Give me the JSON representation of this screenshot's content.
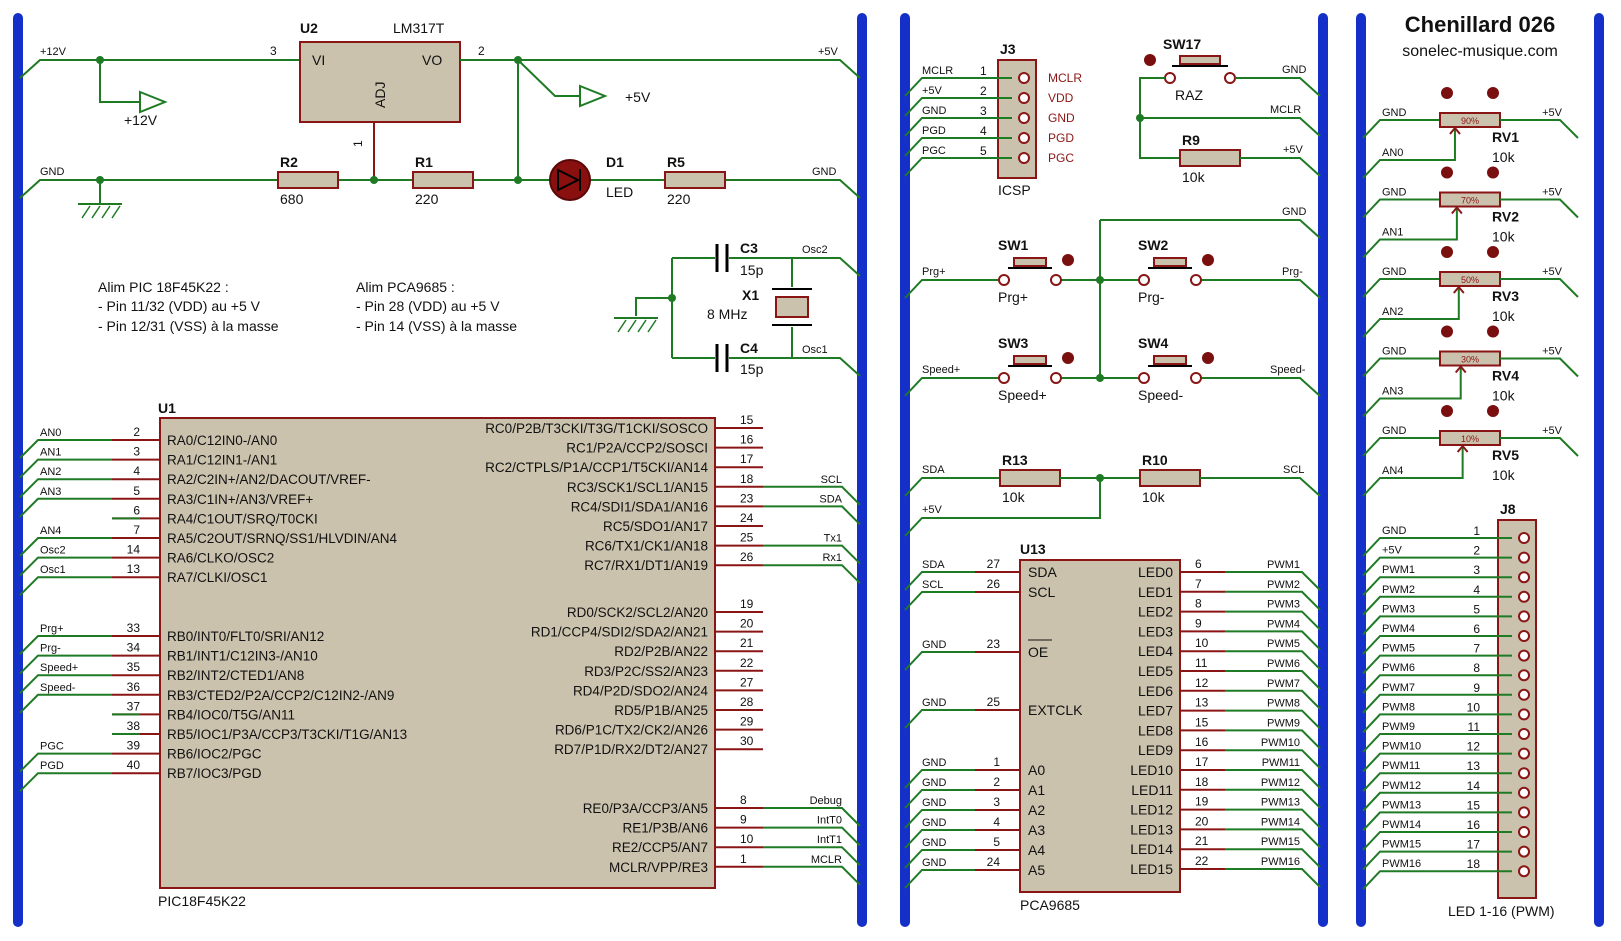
{
  "title": "Chenillard 026",
  "website": "sonelec-musique.com",
  "notes": {
    "pic": [
      "Alim PIC 18F45K22 :",
      "- Pin 11/32 (VDD) au +5 V",
      "- Pin 12/31 (VSS) à la masse"
    ],
    "pca": [
      "Alim PCA9685 :",
      "- Pin 28 (VDD) au +5 V",
      "- Pin 14 (VSS) à la masse"
    ]
  },
  "power": {
    "u2_ref": "U2",
    "u2_part": "LM317T",
    "u2_vi": "VI",
    "u2_vo": "VO",
    "u2_adj": "ADJ",
    "pin3": "3",
    "pin2": "2",
    "pin1": "1",
    "net_12v": "+12V",
    "net_5v": "+5V",
    "net_gnd": "GND",
    "r2_ref": "R2",
    "r2_val": "680",
    "r1_ref": "R1",
    "r1_val": "220",
    "d1_ref": "D1",
    "d1_val": "LED",
    "r5_ref": "R5",
    "r5_val": "220"
  },
  "osc": {
    "c3_ref": "C3",
    "c3_val": "15p",
    "c4_ref": "C4",
    "c4_val": "15p",
    "x1_ref": "X1",
    "x1_val": "8 MHz",
    "net_osc2": "Osc2",
    "net_osc1": "Osc1"
  },
  "u1": {
    "ref": "U1",
    "part": "PIC18F45K22",
    "left_pins": [
      {
        "num": "2",
        "name": "RA0/C12IN0-/AN0",
        "net": "AN0"
      },
      {
        "num": "3",
        "name": "RA1/C12IN1-/AN1",
        "net": "AN1"
      },
      {
        "num": "4",
        "name": "RA2/C2IN+/AN2/DACOUT/VREF-",
        "net": "AN2"
      },
      {
        "num": "5",
        "name": "RA3/C1IN+/AN3/VREF+",
        "net": "AN3"
      },
      {
        "num": "6",
        "name": "RA4/C1OUT/SRQ/T0CKI",
        "net": ""
      },
      {
        "num": "7",
        "name": "RA5/C2OUT/SRNQ/SS1/HLVDIN/AN4",
        "net": "AN4"
      },
      {
        "num": "14",
        "name": "RA6/CLKO/OSC2",
        "net": "Osc2"
      },
      {
        "num": "13",
        "name": "RA7/CLKI/OSC1",
        "net": "Osc1"
      },
      {
        "num": "33",
        "name": "RB0/INT0/FLT0/SRI/AN12",
        "net": "Prg+"
      },
      {
        "num": "34",
        "name": "RB1/INT1/C12IN3-/AN10",
        "net": "Prg-"
      },
      {
        "num": "35",
        "name": "RB2/INT2/CTED1/AN8",
        "net": "Speed+"
      },
      {
        "num": "36",
        "name": "RB3/CTED2/P2A/CCP2/C12IN2-/AN9",
        "net": "Speed-"
      },
      {
        "num": "37",
        "name": "RB4/IOC0/T5G/AN11",
        "net": ""
      },
      {
        "num": "38",
        "name": "RB5/IOC1/P3A/CCP3/T3CKI/T1G/AN13",
        "net": ""
      },
      {
        "num": "39",
        "name": "RB6/IOC2/PGC",
        "net": "PGC"
      },
      {
        "num": "40",
        "name": "RB7/IOC3/PGD",
        "net": "PGD"
      }
    ],
    "right_pins": [
      {
        "num": "15",
        "name": "RC0/P2B/T3CKI/T3G/T1CKI/SOSCO",
        "net": ""
      },
      {
        "num": "16",
        "name": "RC1/P2A/CCP2/SOSCI",
        "net": ""
      },
      {
        "num": "17",
        "name": "RC2/CTPLS/P1A/CCP1/T5CKI/AN14",
        "net": ""
      },
      {
        "num": "18",
        "name": "RC3/SCK1/SCL1/AN15",
        "net": "SCL"
      },
      {
        "num": "23",
        "name": "RC4/SDI1/SDA1/AN16",
        "net": "SDA"
      },
      {
        "num": "24",
        "name": "RC5/SDO1/AN17",
        "net": ""
      },
      {
        "num": "25",
        "name": "RC6/TX1/CK1/AN18",
        "net": "Tx1"
      },
      {
        "num": "26",
        "name": "RC7/RX1/DT1/AN19",
        "net": "Rx1"
      },
      {
        "num": "19",
        "name": "RD0/SCK2/SCL2/AN20",
        "net": ""
      },
      {
        "num": "20",
        "name": "RD1/CCP4/SDI2/SDA2/AN21",
        "net": ""
      },
      {
        "num": "21",
        "name": "RD2/P2B/AN22",
        "net": ""
      },
      {
        "num": "22",
        "name": "RD3/P2C/SS2/AN23",
        "net": ""
      },
      {
        "num": "27",
        "name": "RD4/P2D/SDO2/AN24",
        "net": ""
      },
      {
        "num": "28",
        "name": "RD5/P1B/AN25",
        "net": ""
      },
      {
        "num": "29",
        "name": "RD6/P1C/TX2/CK2/AN26",
        "net": ""
      },
      {
        "num": "30",
        "name": "RD7/P1D/RX2/DT2/AN27",
        "net": ""
      },
      {
        "num": "8",
        "name": "RE0/P3A/CCP3/AN5",
        "net": "Debug"
      },
      {
        "num": "9",
        "name": "RE1/P3B/AN6",
        "net": "IntT0"
      },
      {
        "num": "10",
        "name": "RE2/CCP5/AN7",
        "net": "IntT1"
      },
      {
        "num": "1",
        "name": "MCLR/VPP/RE3",
        "net": "MCLR"
      }
    ]
  },
  "icsp": {
    "ref": "J3",
    "label": "ICSP",
    "pins": [
      {
        "num": "1",
        "net": "MCLR",
        "name": "MCLR"
      },
      {
        "num": "2",
        "net": "+5V",
        "name": "VDD"
      },
      {
        "num": "3",
        "net": "GND",
        "name": "GND"
      },
      {
        "num": "4",
        "net": "PGD",
        "name": "PGD"
      },
      {
        "num": "5",
        "net": "PGC",
        "name": "PGC"
      }
    ]
  },
  "reset": {
    "sw_ref": "SW17",
    "sw_val": "RAZ",
    "net_gnd": "GND",
    "net_mclr": "MCLR",
    "net_5v": "+5V",
    "r9_ref": "R9",
    "r9_val": "10k"
  },
  "switches": [
    {
      "ref": "SW1",
      "val": "Prg+"
    },
    {
      "ref": "SW2",
      "val": "Prg-"
    },
    {
      "ref": "SW3",
      "val": "Speed+"
    },
    {
      "ref": "SW4",
      "val": "Speed-"
    }
  ],
  "sw_nets": {
    "gnd": "GND",
    "prgp": "Prg+",
    "prgm": "Prg-",
    "spdp": "Speed+",
    "spdm": "Speed-"
  },
  "i2c": {
    "r13_ref": "R13",
    "r13_val": "10k",
    "r10_ref": "R10",
    "r10_val": "10k",
    "net_sda": "SDA",
    "net_scl": "SCL",
    "net_5v": "+5V"
  },
  "u13": {
    "ref": "U13",
    "part": "PCA9685",
    "left_pins": [
      {
        "num": "27",
        "name": "SDA",
        "net": "SDA"
      },
      {
        "num": "26",
        "name": "SCL",
        "net": "SCL"
      },
      {
        "num": "23",
        "name": "OE",
        "net": "GND"
      },
      {
        "num": "25",
        "name": "EXTCLK",
        "net": "GND"
      },
      {
        "num": "1",
        "name": "A0",
        "net": "GND"
      },
      {
        "num": "2",
        "name": "A1",
        "net": "GND"
      },
      {
        "num": "3",
        "name": "A2",
        "net": "GND"
      },
      {
        "num": "4",
        "name": "A3",
        "net": "GND"
      },
      {
        "num": "5",
        "name": "A4",
        "net": "GND"
      },
      {
        "num": "24",
        "name": "A5",
        "net": "GND"
      }
    ],
    "right_pins": [
      {
        "num": "6",
        "name": "LED0",
        "net": "PWM1"
      },
      {
        "num": "7",
        "name": "LED1",
        "net": "PWM2"
      },
      {
        "num": "8",
        "name": "LED2",
        "net": "PWM3"
      },
      {
        "num": "9",
        "name": "LED3",
        "net": "PWM4"
      },
      {
        "num": "10",
        "name": "LED4",
        "net": "PWM5"
      },
      {
        "num": "11",
        "name": "LED5",
        "net": "PWM6"
      },
      {
        "num": "12",
        "name": "LED6",
        "net": "PWM7"
      },
      {
        "num": "13",
        "name": "LED7",
        "net": "PWM8"
      },
      {
        "num": "15",
        "name": "LED8",
        "net": "PWM9"
      },
      {
        "num": "16",
        "name": "LED9",
        "net": "PWM10"
      },
      {
        "num": "17",
        "name": "LED10",
        "net": "PWM11"
      },
      {
        "num": "18",
        "name": "LED11",
        "net": "PWM12"
      },
      {
        "num": "19",
        "name": "LED12",
        "net": "PWM13"
      },
      {
        "num": "20",
        "name": "LED13",
        "net": "PWM14"
      },
      {
        "num": "21",
        "name": "LED14",
        "net": "PWM15"
      },
      {
        "num": "22",
        "name": "LED15",
        "net": "PWM16"
      }
    ]
  },
  "pots": [
    {
      "ref": "RV1",
      "val": "10k",
      "pct": "90%",
      "net_a": "GND",
      "net_b": "+5V",
      "net_w": "AN0"
    },
    {
      "ref": "RV2",
      "val": "10k",
      "pct": "70%",
      "net_a": "GND",
      "net_b": "+5V",
      "net_w": "AN1"
    },
    {
      "ref": "RV3",
      "val": "10k",
      "pct": "50%",
      "net_a": "GND",
      "net_b": "+5V",
      "net_w": "AN2"
    },
    {
      "ref": "RV4",
      "val": "10k",
      "pct": "30%",
      "net_a": "GND",
      "net_b": "+5V",
      "net_w": "AN3"
    },
    {
      "ref": "RV5",
      "val": "10k",
      "pct": "10%",
      "net_a": "GND",
      "net_b": "+5V",
      "net_w": "AN4"
    }
  ],
  "j8": {
    "ref": "J8",
    "label": "LED 1-16  (PWM)",
    "pins": [
      {
        "num": "1",
        "net": "GND"
      },
      {
        "num": "2",
        "net": "+5V"
      },
      {
        "num": "3",
        "net": "PWM1"
      },
      {
        "num": "4",
        "net": "PWM2"
      },
      {
        "num": "5",
        "net": "PWM3"
      },
      {
        "num": "6",
        "net": "PWM4"
      },
      {
        "num": "7",
        "net": "PWM5"
      },
      {
        "num": "8",
        "net": "PWM6"
      },
      {
        "num": "9",
        "net": "PWM7"
      },
      {
        "num": "10",
        "net": "PWM8"
      },
      {
        "num": "11",
        "net": "PWM9"
      },
      {
        "num": "12",
        "net": "PWM10"
      },
      {
        "num": "13",
        "net": "PWM11"
      },
      {
        "num": "14",
        "net": "PWM12"
      },
      {
        "num": "15",
        "net": "PWM13"
      },
      {
        "num": "16",
        "net": "PWM14"
      },
      {
        "num": "17",
        "net": "PWM15"
      },
      {
        "num": "18",
        "net": "PWM16"
      }
    ]
  },
  "colors": {
    "wire": "#1f7a24",
    "bus": "#1530c8",
    "body": "#cbc2ae",
    "outline": "#8a1515",
    "pin_label": "#8a1515"
  }
}
